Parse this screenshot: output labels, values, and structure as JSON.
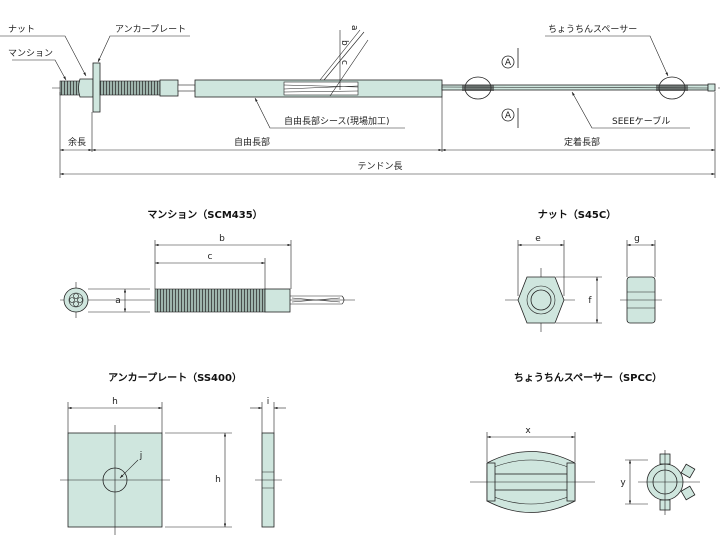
{
  "overview": {
    "labels": {
      "nut": "ナット",
      "anchor_plate": "アンカープレート",
      "mansion": "マンション",
      "spacer": "ちょうちんスペーサー",
      "sheath": "自由長部シース(現場加工)",
      "cable": "SEEEケーブル",
      "section_mark": "A",
      "cut_marks": [
        "a",
        "b",
        "c"
      ]
    },
    "dimensions": {
      "extra_length": "余長",
      "free_length": "自由長部",
      "anchorage_length": "定着長部",
      "tendon_length": "テンドン長"
    }
  },
  "details": {
    "mansion": {
      "title": "マンション（SCM435）",
      "dims": [
        "a",
        "b",
        "c"
      ]
    },
    "nut": {
      "title": "ナット（S45C）",
      "dims": [
        "e",
        "f",
        "g"
      ]
    },
    "anchor_plate": {
      "title": "アンカープレート（SS400）",
      "dims": [
        "h",
        "h",
        "i",
        "j"
      ]
    },
    "spacer": {
      "title": "ちょうちんスペーサー（SPCC）",
      "dims": [
        "x",
        "y"
      ]
    }
  },
  "colors": {
    "part_fill": "#cfe6de",
    "line": "#222222"
  }
}
